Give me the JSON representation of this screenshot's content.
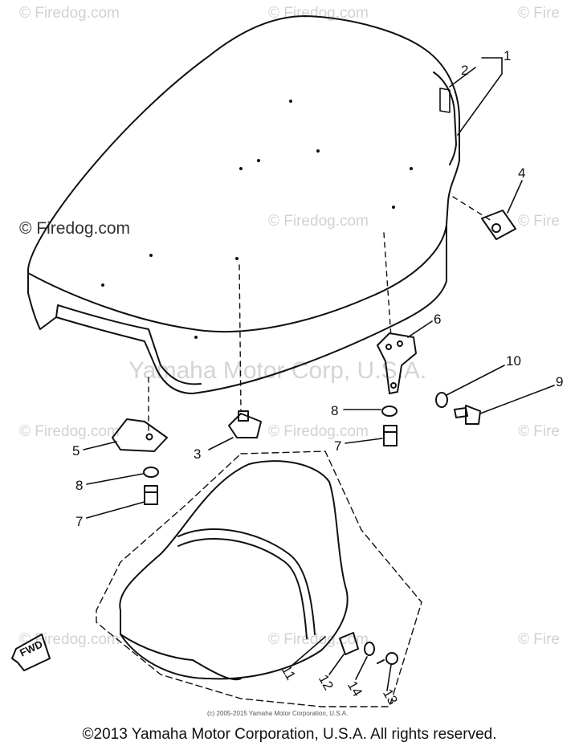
{
  "watermark_text": "© Firedog.com",
  "watermark_partial": "© Fire",
  "watermark_center": "Yamaha Motor Corp, U.S.A.",
  "small_copyright": "(c) 2005-2015 Yamaha Motor Corporation, U.S.A.",
  "footer_text": "©2013 Yamaha Motor Corporation, U.S.A. All rights reserved.",
  "fwd_label": "FWD",
  "callouts": [
    "1",
    "2",
    "3",
    "4",
    "5",
    "6",
    "7",
    "7",
    "8",
    "8",
    "9",
    "10",
    "11",
    "12",
    "13",
    "14"
  ]
}
